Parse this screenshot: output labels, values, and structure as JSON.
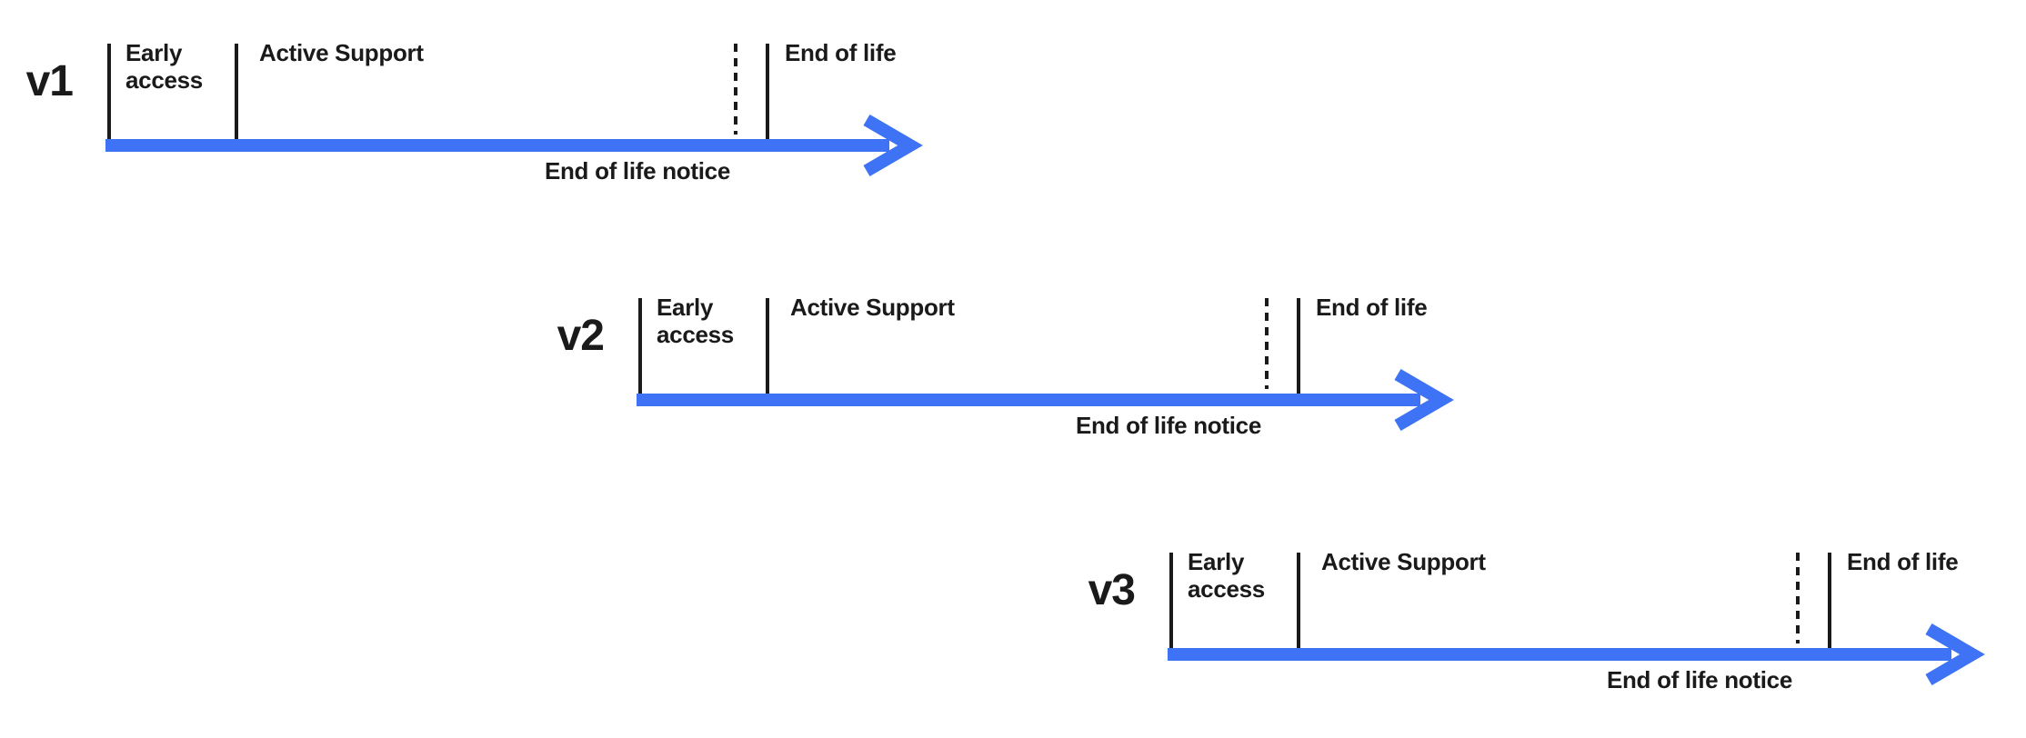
{
  "diagram": {
    "type": "release-lifecycle-timelines",
    "rows": [
      {
        "version": "v1",
        "early_access": [
          "Early",
          "access"
        ],
        "active_support": "Active Support",
        "end_of_life": "End of life",
        "end_of_life_notice": "End of life notice"
      },
      {
        "version": "v2",
        "early_access": [
          "Early",
          "access"
        ],
        "active_support": "Active Support",
        "end_of_life": "End of life",
        "end_of_life_notice": "End of life notice"
      },
      {
        "version": "v3",
        "early_access": [
          "Early",
          "access"
        ],
        "active_support": "Active Support",
        "end_of_life": "End of life",
        "end_of_life_notice": "End of life notice"
      }
    ]
  },
  "colors": {
    "arrow-blue": "#3D73F4",
    "ink": "#1A1A1A",
    "background": "#FFFFFF"
  }
}
